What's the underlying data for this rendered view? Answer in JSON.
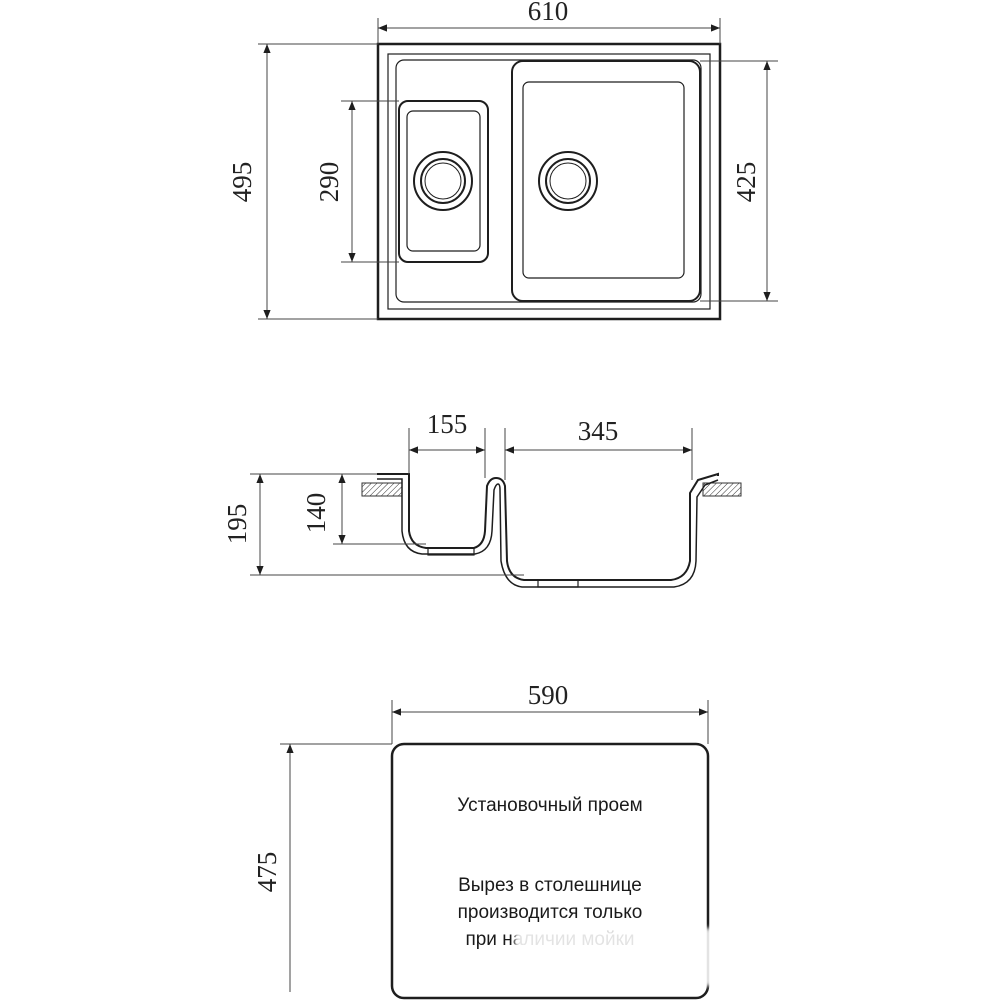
{
  "top_view": {
    "width_label": "610",
    "height_label": "495",
    "small_bowl_label": "290",
    "large_bowl_label": "425"
  },
  "section_view": {
    "small_bowl_width_label": "155",
    "large_bowl_width_label": "345",
    "total_depth_label": "195",
    "small_bowl_depth_label": "140"
  },
  "cutout_view": {
    "width_label": "590",
    "height_label": "475",
    "title": "Установочный проем",
    "note_lines": [
      "Вырез в столешнице",
      "производится только",
      "при наличии мойки"
    ]
  },
  "colors": {
    "line": "#1e1e1e",
    "background": "#ffffff"
  }
}
